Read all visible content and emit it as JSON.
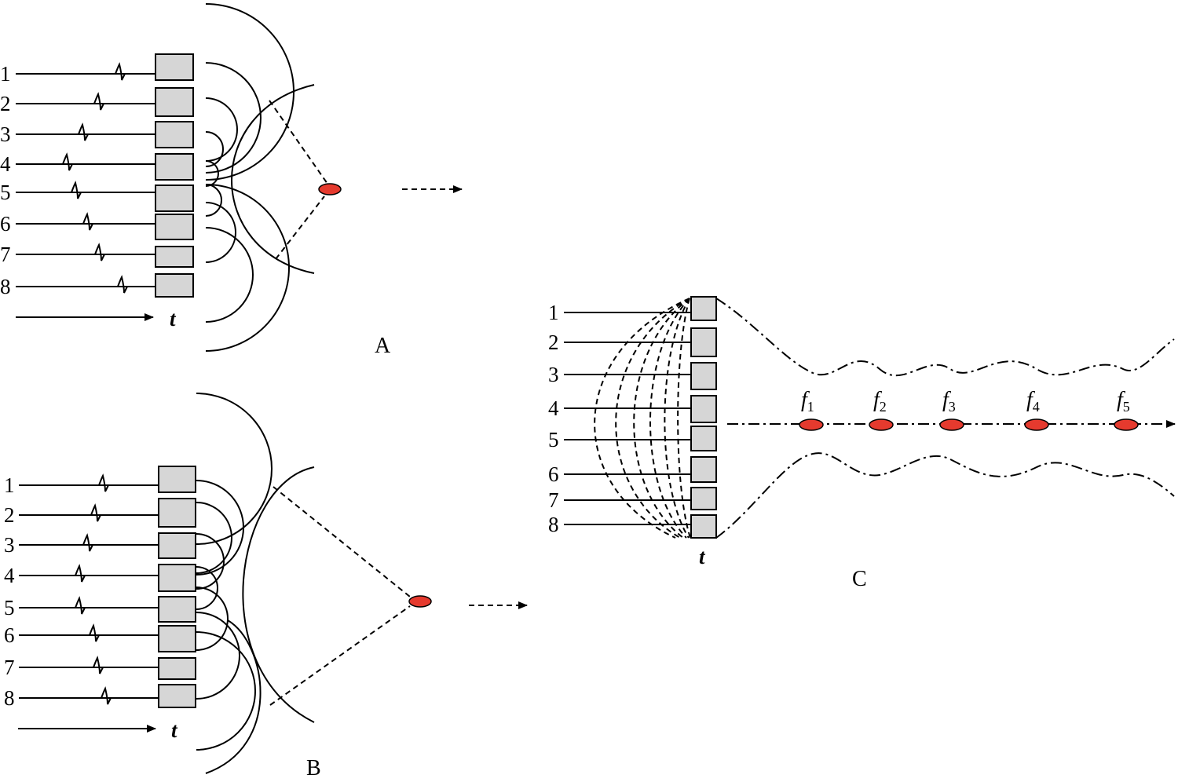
{
  "panels": {
    "a": {
      "label": "A",
      "element_numbers": [
        "1",
        "2",
        "3",
        "4",
        "5",
        "6",
        "7",
        "8"
      ],
      "time_label": "t"
    },
    "b": {
      "label": "B",
      "element_numbers": [
        "1",
        "2",
        "3",
        "4",
        "5",
        "6",
        "7",
        "8"
      ],
      "time_label": "t"
    },
    "c": {
      "label": "C",
      "element_numbers": [
        "1",
        "2",
        "3",
        "4",
        "5",
        "6",
        "7",
        "8"
      ],
      "time_label": "t",
      "focal_points": [
        {
          "letter": "f",
          "sub": "1"
        },
        {
          "letter": "f",
          "sub": "2"
        },
        {
          "letter": "f",
          "sub": "3"
        },
        {
          "letter": "f",
          "sub": "4"
        },
        {
          "letter": "f",
          "sub": "5"
        }
      ]
    }
  },
  "colors": {
    "element_fill": "#d6d6d6",
    "focus": "#e53a2e",
    "stroke": "#000000"
  }
}
